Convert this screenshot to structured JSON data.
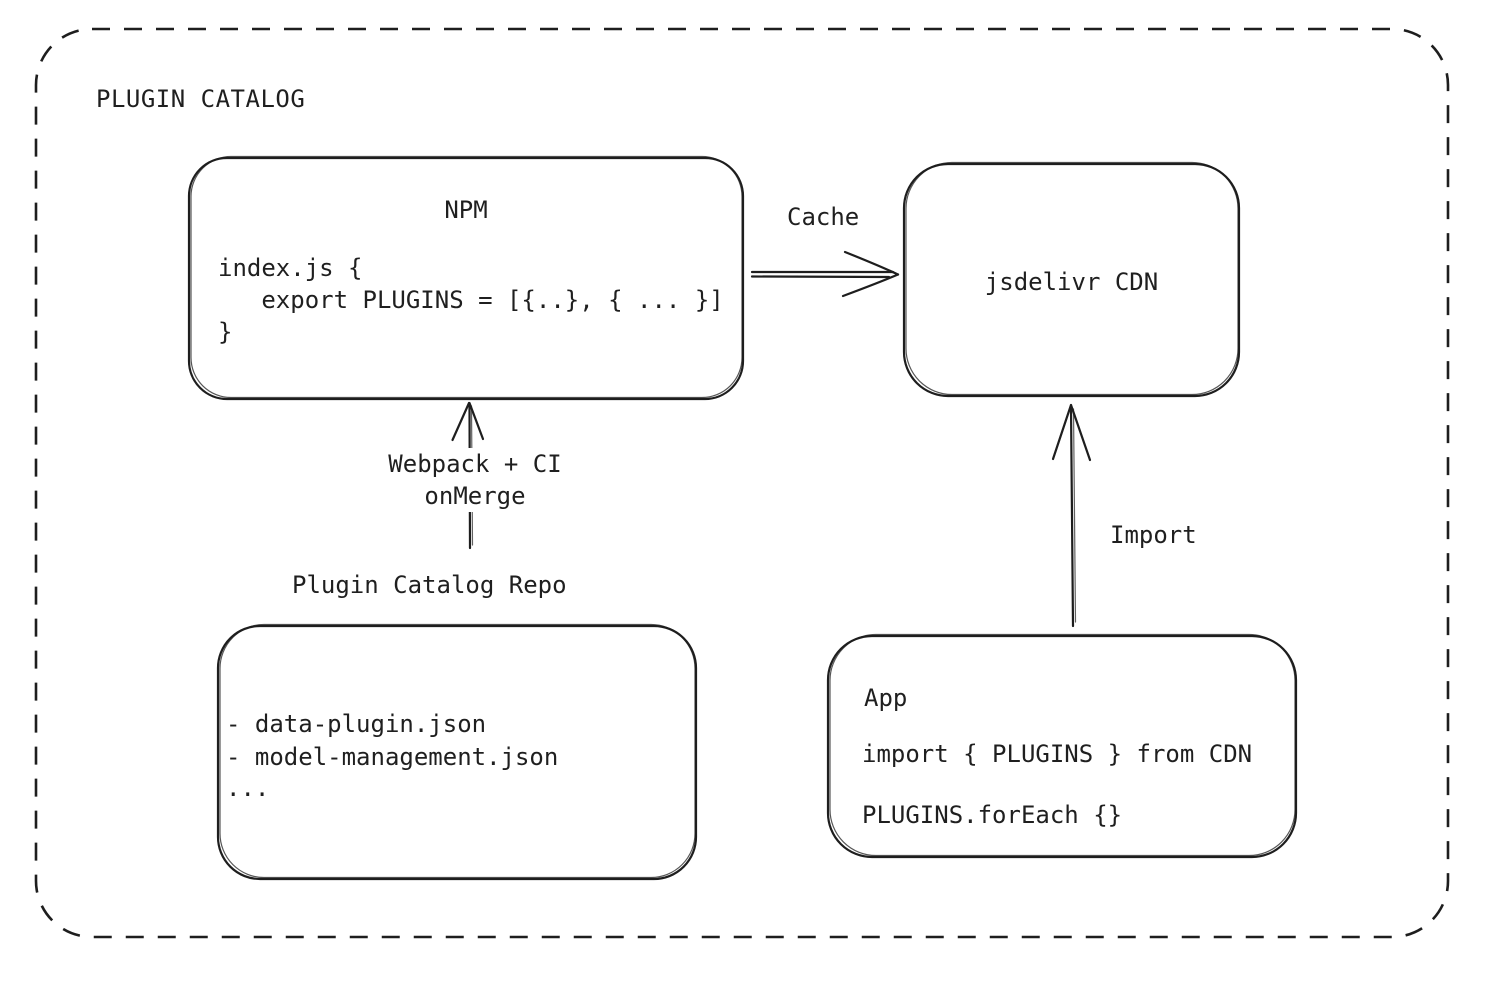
{
  "colors": {
    "stroke": "#1e1e1e",
    "background": "#ffffff",
    "text": "#1f1f1f"
  },
  "title": "PLUGIN CATALOG",
  "nodes": {
    "npm": {
      "title": "NPM",
      "code": [
        "index.js {",
        "   export PLUGINS = [{..}, { ... }]",
        "}"
      ]
    },
    "cdn": {
      "label": "jsdelivr CDN"
    },
    "repo": {
      "label": "Plugin Catalog Repo",
      "files": [
        "- data-plugin.json",
        "- model-management.json",
        "..."
      ]
    },
    "app": {
      "title": "App",
      "code": [
        "import { PLUGINS } from CDN",
        "PLUGINS.forEach {}"
      ]
    }
  },
  "edges": {
    "cache": {
      "label": "Cache"
    },
    "build": {
      "label": [
        "Webpack + CI",
        "onMerge"
      ]
    },
    "import": {
      "label": "Import"
    }
  }
}
